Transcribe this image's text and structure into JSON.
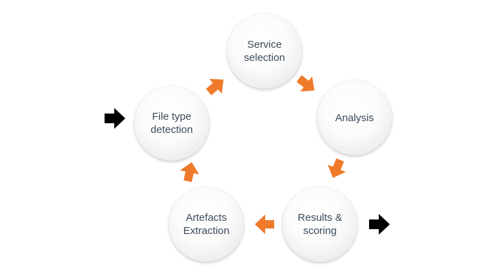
{
  "colors": {
    "cycle_arrow": "#ef7a2a",
    "io_arrow": "#000000",
    "label_text": "#3b4a5a"
  },
  "nodes": {
    "service_selection": "Service\nselection",
    "analysis": "Analysis",
    "results_scoring": "Results &\nscoring",
    "artefacts_extraction": "Artefacts\nExtraction",
    "file_type_detection": "File type\ndetection"
  },
  "icons": {
    "cycle_arrow": "arrow-icon",
    "input_arrow": "input-arrow-icon",
    "output_arrow": "output-arrow-icon"
  }
}
